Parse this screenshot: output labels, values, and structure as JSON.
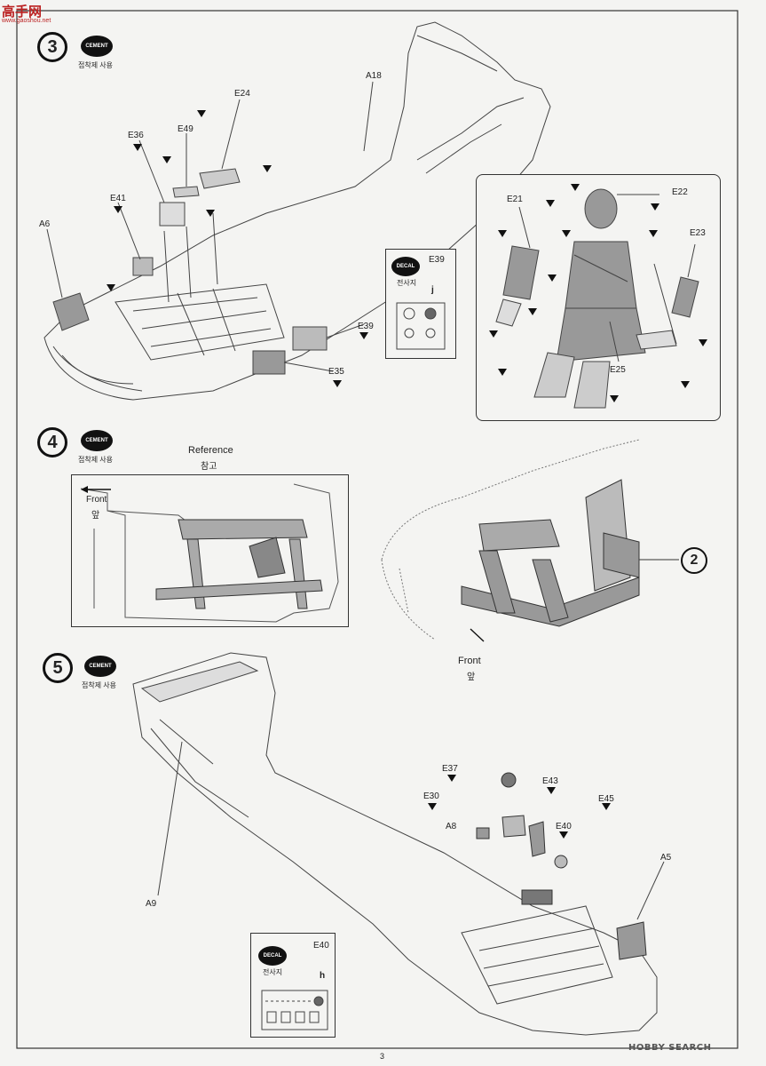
{
  "watermark": {
    "logo": "高手网",
    "url": "www.gaoshou.net"
  },
  "page_number": "3",
  "footer_logo": "HOBBY SEARCH",
  "steps": [
    {
      "number": "3",
      "cement_badge": "CEMENT",
      "cement_caption": "접착제 사용"
    },
    {
      "number": "4",
      "cement_badge": "CEMENT",
      "cement_caption": "접착제 사용"
    },
    {
      "number": "5",
      "cement_badge": "CEMENT",
      "cement_caption": "접착제 사용"
    }
  ],
  "step3": {
    "labels": [
      "A18",
      "E24",
      "E49",
      "E36",
      "E41",
      "A6",
      "E39",
      "E35"
    ],
    "decal_box": {
      "badge": "DECAL",
      "caption": "전사지",
      "part": "E39",
      "decal": "j"
    },
    "figure_box": {
      "labels": [
        "E21",
        "E22",
        "E23",
        "E25"
      ]
    }
  },
  "step4": {
    "reference_box": {
      "title_en": "Reference",
      "title_kr": "참고",
      "front_en": "Front",
      "front_kr": "앞"
    },
    "front_en": "Front",
    "front_kr": "앞",
    "ref_step": "2"
  },
  "step5": {
    "labels": [
      "E37",
      "E43",
      "E30",
      "A8",
      "E40",
      "E45",
      "A5",
      "A9"
    ],
    "decal_box": {
      "badge": "DECAL",
      "caption": "전사지",
      "part": "E40",
      "decal": "h"
    }
  }
}
